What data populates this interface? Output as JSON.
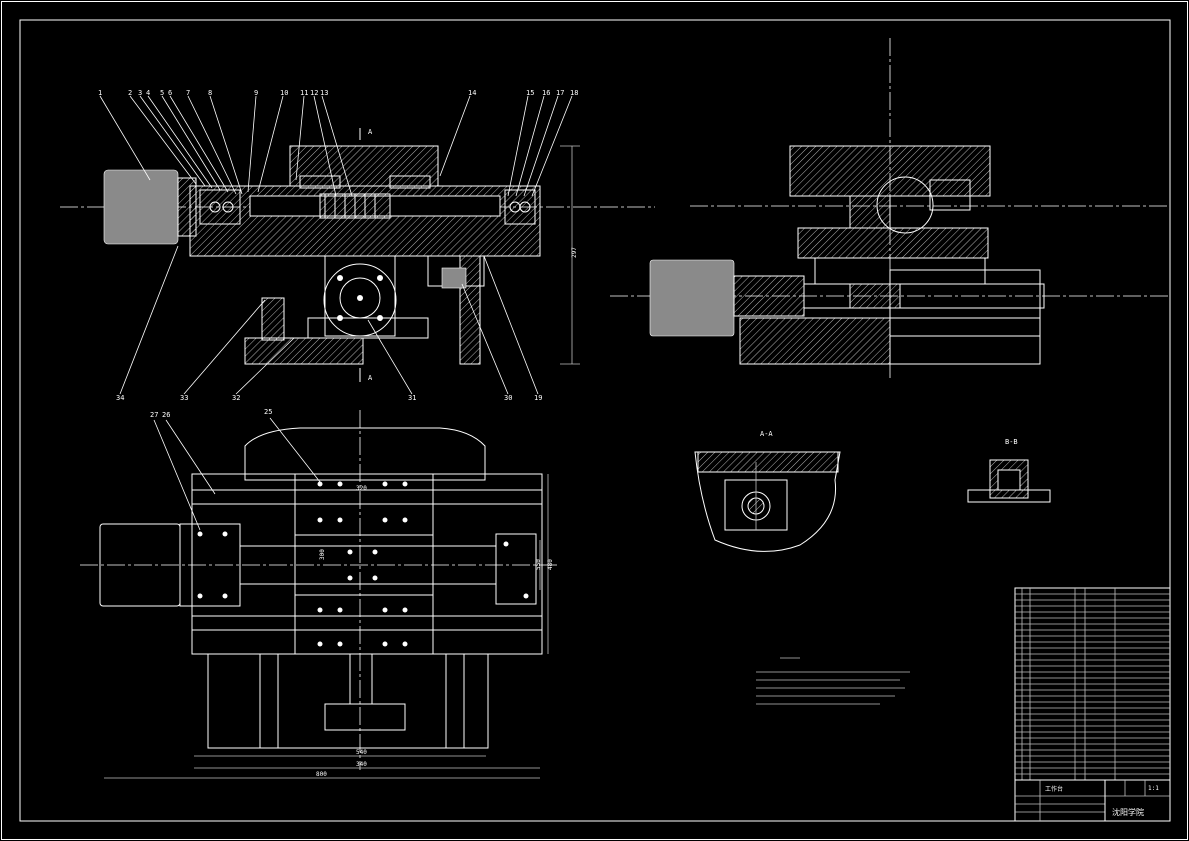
{
  "drawing": {
    "balloons_top": [
      "1",
      "2",
      "3",
      "4",
      "5",
      "6",
      "7",
      "8",
      "9",
      "10",
      "11",
      "12",
      "13",
      "14",
      "15",
      "16",
      "17",
      "18"
    ],
    "balloons_bottom": [
      "34",
      "33",
      "32",
      "31",
      "30",
      "19"
    ],
    "balloons_plan": [
      "27",
      "26",
      "25"
    ],
    "section_marks": [
      "A",
      "A",
      "A-A",
      "B-B"
    ],
    "dimensions": [
      "297",
      "540",
      "340",
      "320",
      "480",
      "550",
      "300",
      "800"
    ],
    "colors": {
      "background": "#000000",
      "lines": "#ffffff",
      "fill": "#8a8a8a"
    }
  },
  "title_block": {
    "school": "沈阳学院",
    "drawing_name": "工作台",
    "scale": "1:1"
  }
}
